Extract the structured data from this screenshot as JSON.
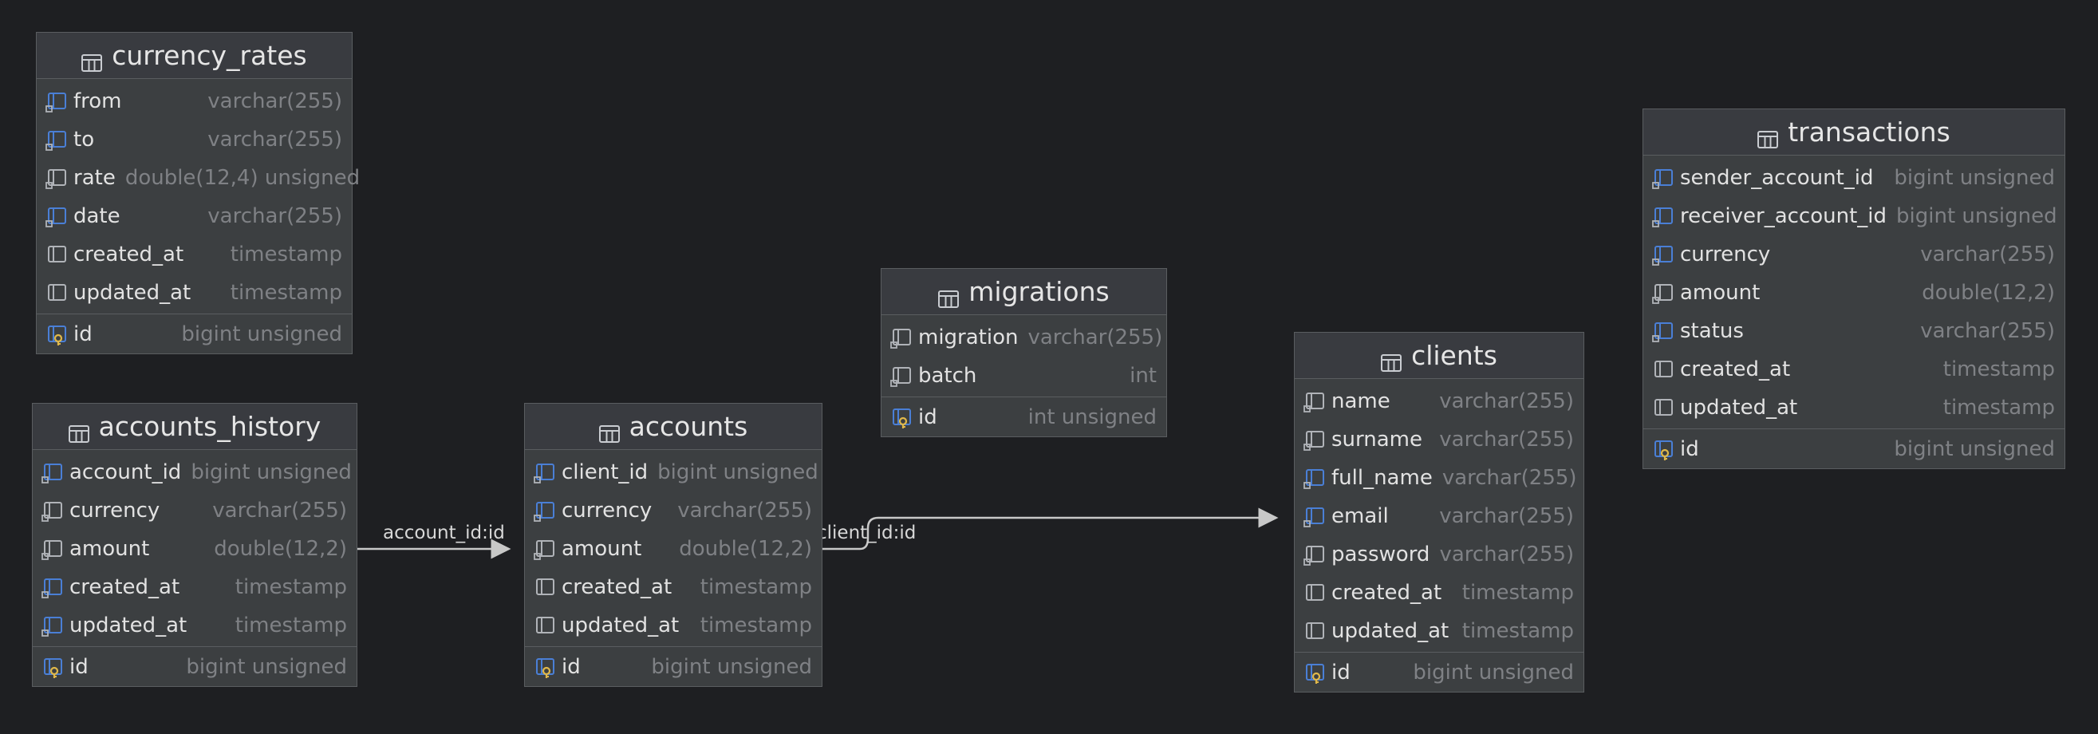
{
  "colors": {
    "background": "#1e1f22",
    "table_fill": "#3c3f41",
    "header_fill": "#393b40",
    "border": "#5a5d60",
    "column_name": "#e2e2e2",
    "column_type": "#7f8185",
    "icon_blue": "#4a7fd6",
    "icon_gray": "#b0b3b8",
    "key_gold": "#e0b84a",
    "relation_line": "#c8c8c8"
  },
  "tables": {
    "currency_rates": {
      "title": "currency_rates",
      "columns": [
        {
          "name": "from",
          "type": "varchar(255)",
          "icon": "indexed-column-icon"
        },
        {
          "name": "to",
          "type": "varchar(255)",
          "icon": "indexed-column-icon"
        },
        {
          "name": "rate",
          "type": "double(12,4) unsigned",
          "icon": "not-null-column-icon"
        },
        {
          "name": "date",
          "type": "varchar(255)",
          "icon": "indexed-column-icon"
        },
        {
          "name": "created_at",
          "type": "timestamp",
          "icon": "column-icon"
        },
        {
          "name": "updated_at",
          "type": "timestamp",
          "icon": "column-icon"
        }
      ],
      "pk": {
        "name": "id",
        "type": "bigint unsigned",
        "icon": "primary-key-icon"
      }
    },
    "accounts_history": {
      "title": "accounts_history",
      "columns": [
        {
          "name": "account_id",
          "type": "bigint unsigned",
          "icon": "indexed-column-icon"
        },
        {
          "name": "currency",
          "type": "varchar(255)",
          "icon": "not-null-column-icon"
        },
        {
          "name": "amount",
          "type": "double(12,2)",
          "icon": "not-null-column-icon"
        },
        {
          "name": "created_at",
          "type": "timestamp",
          "icon": "indexed-column-icon"
        },
        {
          "name": "updated_at",
          "type": "timestamp",
          "icon": "indexed-column-icon"
        }
      ],
      "pk": {
        "name": "id",
        "type": "bigint unsigned",
        "icon": "primary-key-icon"
      }
    },
    "accounts": {
      "title": "accounts",
      "columns": [
        {
          "name": "client_id",
          "type": "bigint unsigned",
          "icon": "indexed-column-icon"
        },
        {
          "name": "currency",
          "type": "varchar(255)",
          "icon": "indexed-column-icon"
        },
        {
          "name": "amount",
          "type": "double(12,2)",
          "icon": "not-null-column-icon"
        },
        {
          "name": "created_at",
          "type": "timestamp",
          "icon": "column-icon"
        },
        {
          "name": "updated_at",
          "type": "timestamp",
          "icon": "column-icon"
        }
      ],
      "pk": {
        "name": "id",
        "type": "bigint unsigned",
        "icon": "primary-key-icon"
      }
    },
    "migrations": {
      "title": "migrations",
      "columns": [
        {
          "name": "migration",
          "type": "varchar(255)",
          "icon": "not-null-column-icon"
        },
        {
          "name": "batch",
          "type": "int",
          "icon": "not-null-column-icon"
        }
      ],
      "pk": {
        "name": "id",
        "type": "int unsigned",
        "icon": "primary-key-icon"
      }
    },
    "clients": {
      "title": "clients",
      "columns": [
        {
          "name": "name",
          "type": "varchar(255)",
          "icon": "not-null-column-icon"
        },
        {
          "name": "surname",
          "type": "varchar(255)",
          "icon": "not-null-column-icon"
        },
        {
          "name": "full_name",
          "type": "varchar(255)",
          "icon": "indexed-column-icon"
        },
        {
          "name": "email",
          "type": "varchar(255)",
          "icon": "indexed-column-icon"
        },
        {
          "name": "password",
          "type": "varchar(255)",
          "icon": "not-null-column-icon"
        },
        {
          "name": "created_at",
          "type": "timestamp",
          "icon": "column-icon"
        },
        {
          "name": "updated_at",
          "type": "timestamp",
          "icon": "column-icon"
        }
      ],
      "pk": {
        "name": "id",
        "type": "bigint unsigned",
        "icon": "primary-key-icon"
      }
    },
    "transactions": {
      "title": "transactions",
      "columns": [
        {
          "name": "sender_account_id",
          "type": "bigint unsigned",
          "icon": "indexed-column-icon"
        },
        {
          "name": "receiver_account_id",
          "type": "bigint unsigned",
          "icon": "indexed-column-icon"
        },
        {
          "name": "currency",
          "type": "varchar(255)",
          "icon": "indexed-column-icon"
        },
        {
          "name": "amount",
          "type": "double(12,2)",
          "icon": "not-null-column-icon"
        },
        {
          "name": "status",
          "type": "varchar(255)",
          "icon": "indexed-column-icon"
        },
        {
          "name": "created_at",
          "type": "timestamp",
          "icon": "column-icon"
        },
        {
          "name": "updated_at",
          "type": "timestamp",
          "icon": "column-icon"
        }
      ],
      "pk": {
        "name": "id",
        "type": "bigint unsigned",
        "icon": "primary-key-icon"
      }
    }
  },
  "relations": [
    {
      "label": "account_id:id",
      "from": "accounts_history",
      "to": "accounts"
    },
    {
      "label": "client_id:id",
      "from": "accounts",
      "to": "clients"
    }
  ]
}
